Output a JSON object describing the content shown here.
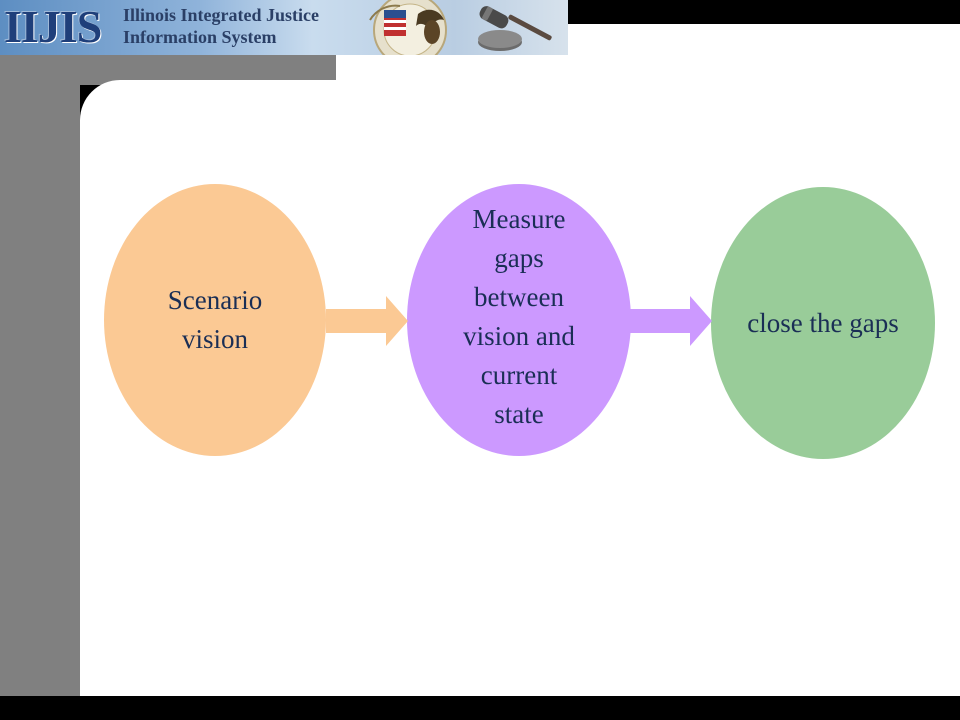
{
  "banner": {
    "logo": "IIJIS",
    "title_line1": "Illinois Integrated Justice",
    "title_line2": "Information System"
  },
  "icons": {
    "seal": "state-seal-icon",
    "gavel": "gavel-icon"
  },
  "colors": {
    "node1": "#fbc994",
    "node2": "#cc99ff",
    "node3": "#99cc99",
    "arrow1": "#fbc994",
    "arrow2": "#cc99ff",
    "text": "#1a2e55",
    "sidebar": "#808080"
  },
  "diagram": {
    "nodes": [
      {
        "id": "scenario-vision",
        "label": "Scenario\nvision"
      },
      {
        "id": "measure-gaps",
        "label": "Measure\ngaps\nbetween\nvision and\ncurrent\nstate"
      },
      {
        "id": "close-gaps",
        "label": "close the gaps"
      }
    ]
  }
}
